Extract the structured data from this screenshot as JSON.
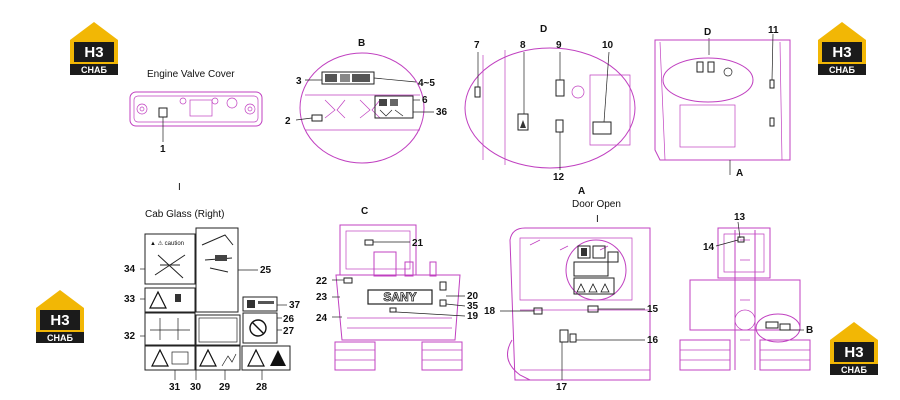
{
  "brand": {
    "logo_mark": "H3",
    "logo_word": "CHAБ",
    "logo_color": "#f2b705",
    "logo_dark": "#1b1b1b"
  },
  "colors": {
    "drawing": "#c040c0",
    "ink": "#222222"
  },
  "titles": {
    "engine": "Engine Valve Cover",
    "cab_glass": "Cab  Glass (Right)",
    "door_open": "Door Open",
    "roman_1": "I",
    "roman_2": "I"
  },
  "view_letters": {
    "B": "B",
    "D": "D",
    "D2": "D",
    "A": "A",
    "A2": "A",
    "C": "C",
    "B2": "B"
  },
  "labels": {
    "n1": "1",
    "n2": "2",
    "n3": "3",
    "n45": "4~5",
    "n6": "6",
    "n36": "36",
    "n7": "7",
    "n8": "8",
    "n9": "9",
    "n10": "10",
    "n11": "11",
    "n12": "12",
    "n13": "13",
    "n14": "14",
    "n15": "15",
    "n16": "16",
    "n17": "17",
    "n18": "18",
    "n19": "19",
    "n20": "20",
    "n21": "21",
    "n22": "22",
    "n23": "23",
    "n24": "24",
    "n25": "25",
    "n26": "26",
    "n27": "27",
    "n28": "28",
    "n29": "29",
    "n30": "30",
    "n31": "31",
    "n32": "32",
    "n33": "33",
    "n34": "34",
    "n35": "35",
    "n37": "37"
  },
  "decal_text": {
    "caution": "▲ ⚠ caution",
    "sany": "SANY"
  }
}
